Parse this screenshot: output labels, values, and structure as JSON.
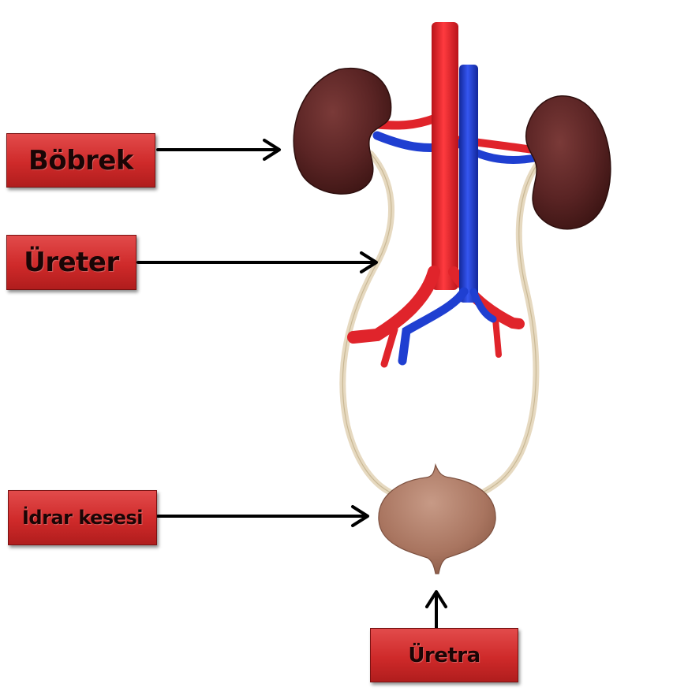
{
  "labels": {
    "kidney": "Böbrek",
    "ureter": "Üreter",
    "bladder": "İdrar kesesi",
    "urethra": "Üretra"
  },
  "colors": {
    "label_fill": "#d32f2f",
    "artery": "#e0242b",
    "vein": "#1f3fd1",
    "kidney": "#5a2424",
    "bladder": "#b07a62",
    "ureter": "#e8dcc4",
    "arrow": "#000000"
  }
}
